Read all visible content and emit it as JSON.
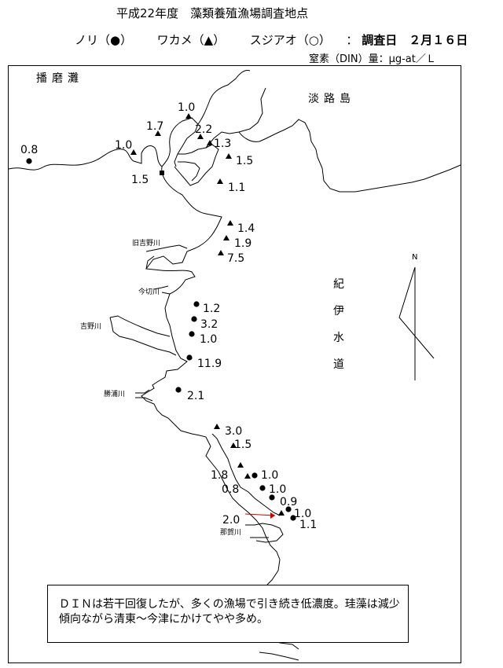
{
  "title": "平成22年度　藻類養殖漁場調査地点",
  "legend": {
    "nori": "ノリ（●）",
    "wakame": "ワカメ（▲）",
    "sujiao": "スジアオ（○）",
    "colon": "：",
    "date_label": "調査日　２月１６日"
  },
  "unit": "窒素（DIN）量：μg-at／Ｌ",
  "regions": {
    "harima": "播磨灘",
    "awaji": "淡路島",
    "kii": [
      "紀",
      "伊",
      "水",
      "道"
    ]
  },
  "compass": {
    "north": "N"
  },
  "rivers": {
    "kyuyoshino": "旧吉野川",
    "imagire": "今切川",
    "yoshino": "吉野川",
    "katsuura": "勝浦川",
    "naka": "那賀川"
  },
  "stations": [
    {
      "type": "nori",
      "value": "0.8"
    },
    {
      "type": "wakame",
      "value": "1.0"
    },
    {
      "type": "wakame",
      "value": "1.7"
    },
    {
      "type": "wakame",
      "value": "1.0"
    },
    {
      "type": "wakame",
      "value": "2.2"
    },
    {
      "type": "wakame",
      "value": "1.3"
    },
    {
      "type": "wakame",
      "value": "1.5"
    },
    {
      "type": "sujiao",
      "value": "1.5"
    },
    {
      "type": "wakame",
      "value": "1.1"
    },
    {
      "type": "wakame",
      "value": "1.4"
    },
    {
      "type": "wakame",
      "value": "1.9"
    },
    {
      "type": "wakame",
      "value": "7.5"
    },
    {
      "type": "nori",
      "value": "1.2"
    },
    {
      "type": "nori",
      "value": "3.2"
    },
    {
      "type": "nori",
      "value": "1.0"
    },
    {
      "type": "nori",
      "value": "11.9"
    },
    {
      "type": "nori",
      "value": "2.1"
    },
    {
      "type": "wakame",
      "value": "3.0"
    },
    {
      "type": "wakame",
      "value": "1.5"
    },
    {
      "type": "wakame",
      "value": "1.8"
    },
    {
      "type": "wakame",
      "value": "0.8"
    },
    {
      "type": "nori",
      "value": "1.0"
    },
    {
      "type": "nori",
      "value": "1.0"
    },
    {
      "type": "nori",
      "value": "0.9"
    },
    {
      "type": "nori",
      "value": "1.0"
    },
    {
      "type": "nori",
      "value": "1.1"
    },
    {
      "type": "wakame",
      "value": "2.0"
    }
  ],
  "note": "ＤＩＮは若干回復したが、多くの漁場で引き続き低濃度。珪藻は減少傾向ながら清東～今津にかけてやや多め。",
  "colors": {
    "arrow": "#cc0000",
    "ink": "#000000"
  }
}
